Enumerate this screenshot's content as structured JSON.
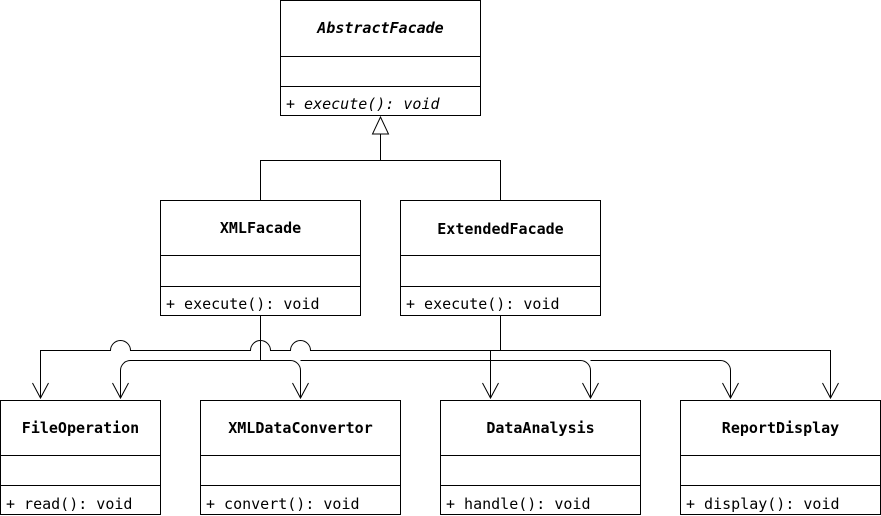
{
  "classes": {
    "abstract_facade": {
      "name": "AbstractFacade",
      "operation": "+ execute(): void"
    },
    "xml_facade": {
      "name": "XMLFacade",
      "operation": "+ execute(): void"
    },
    "extended_facade": {
      "name": "ExtendedFacade",
      "operation": "+ execute(): void"
    },
    "file_operation": {
      "name": "FileOperation",
      "operation": "+ read(): void"
    },
    "xml_data_convertor": {
      "name": "XMLDataConvertor",
      "operation": "+ convert(): void"
    },
    "data_analysis": {
      "name": "DataAnalysis",
      "operation": "+ handle(): void"
    },
    "report_display": {
      "name": "ReportDisplay",
      "operation": "+ display(): void"
    }
  }
}
